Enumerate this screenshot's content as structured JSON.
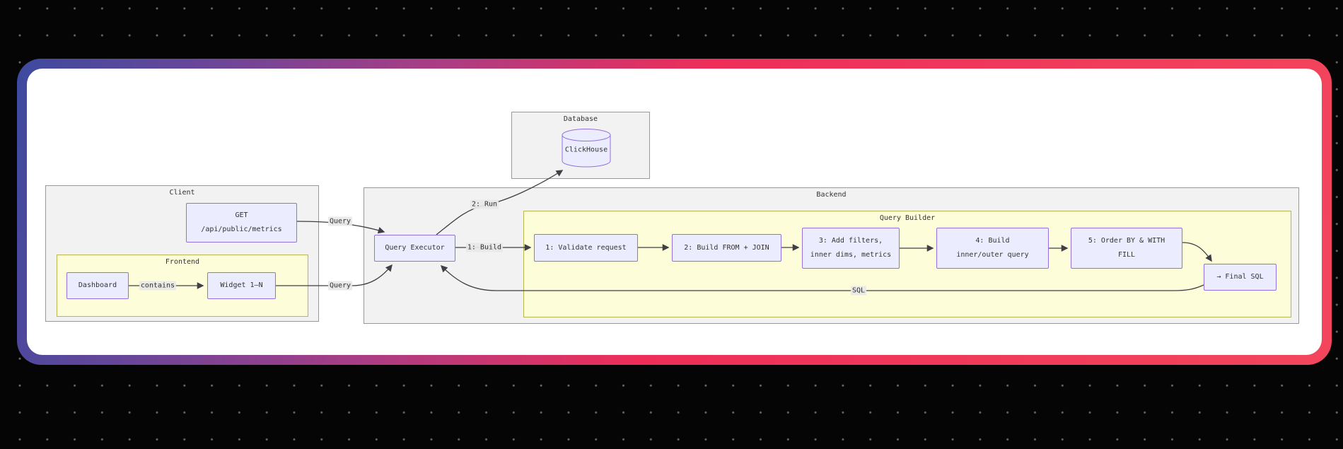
{
  "diagram": {
    "clusters": {
      "client": "Client",
      "frontend": "Frontend",
      "database": "Database",
      "backend": "Backend",
      "query_builder": "Query Builder"
    },
    "nodes": {
      "clickhouse": "ClickHouse",
      "get_endpoint": "GET\n/api/public/metrics",
      "dashboard": "Dashboard",
      "widget": "Widget 1–N",
      "query_executor": "Query Executor",
      "step1": "1: Validate request",
      "step2": "2: Build FROM + JOIN",
      "step3": "3: Add filters,\ninner dims, metrics",
      "step4": "4: Build\ninner/outer query",
      "step5": "5: Order BY & WITH\nFILL",
      "final_sql": "→ Final SQL"
    },
    "edge_labels": {
      "query_top": "Query",
      "query_bottom": "Query",
      "contains": "contains",
      "build": "1: Build",
      "run": "2: Run",
      "sql": "SQL"
    },
    "colors": {
      "node_fill": "#ECECFF",
      "node_border": "#9370DB",
      "cluster_gray_fill": "#f2f2f2",
      "cluster_gray_border": "#999999",
      "cluster_yellow_fill": "#fdfdd9",
      "cluster_yellow_border": "#b5b552",
      "edge_stroke": "#3f3f46",
      "label_background": "#e8e8e8",
      "card_gradient_start": "#3d4a9e",
      "card_gradient_mid": "#a93d85",
      "card_gradient_end": "#f3465c",
      "page_background": "#050505"
    }
  }
}
